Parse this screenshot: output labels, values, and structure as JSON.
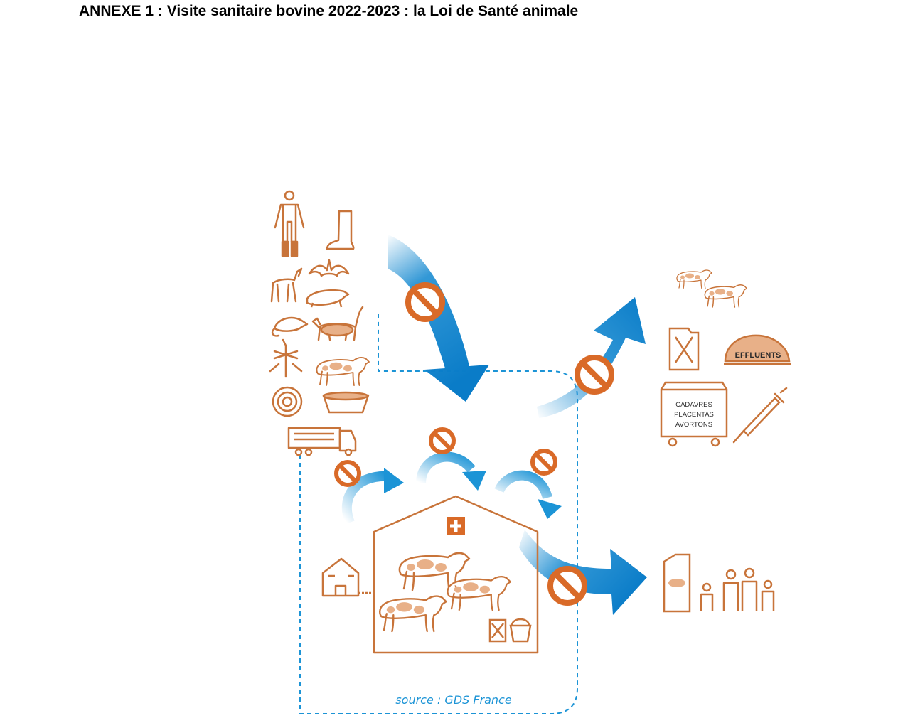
{
  "header": {
    "title": "ANNEXE 1 : Visite sanitaire bovine 2022-2023 : la Loi de Santé animale"
  },
  "diagram": {
    "effluents_label": "EFFLUENTS",
    "container_lines": [
      "CADAVRES",
      "PLACENTAS",
      "AVORTONS"
    ],
    "source": "source : GDS France"
  },
  "colors": {
    "icon_orange": "#c8743a",
    "fill_orange": "#e8b088",
    "arrow_blue": "#0f86cf",
    "forbidden_orange": "#d96a28",
    "dashed_blue": "#1c94d6"
  }
}
